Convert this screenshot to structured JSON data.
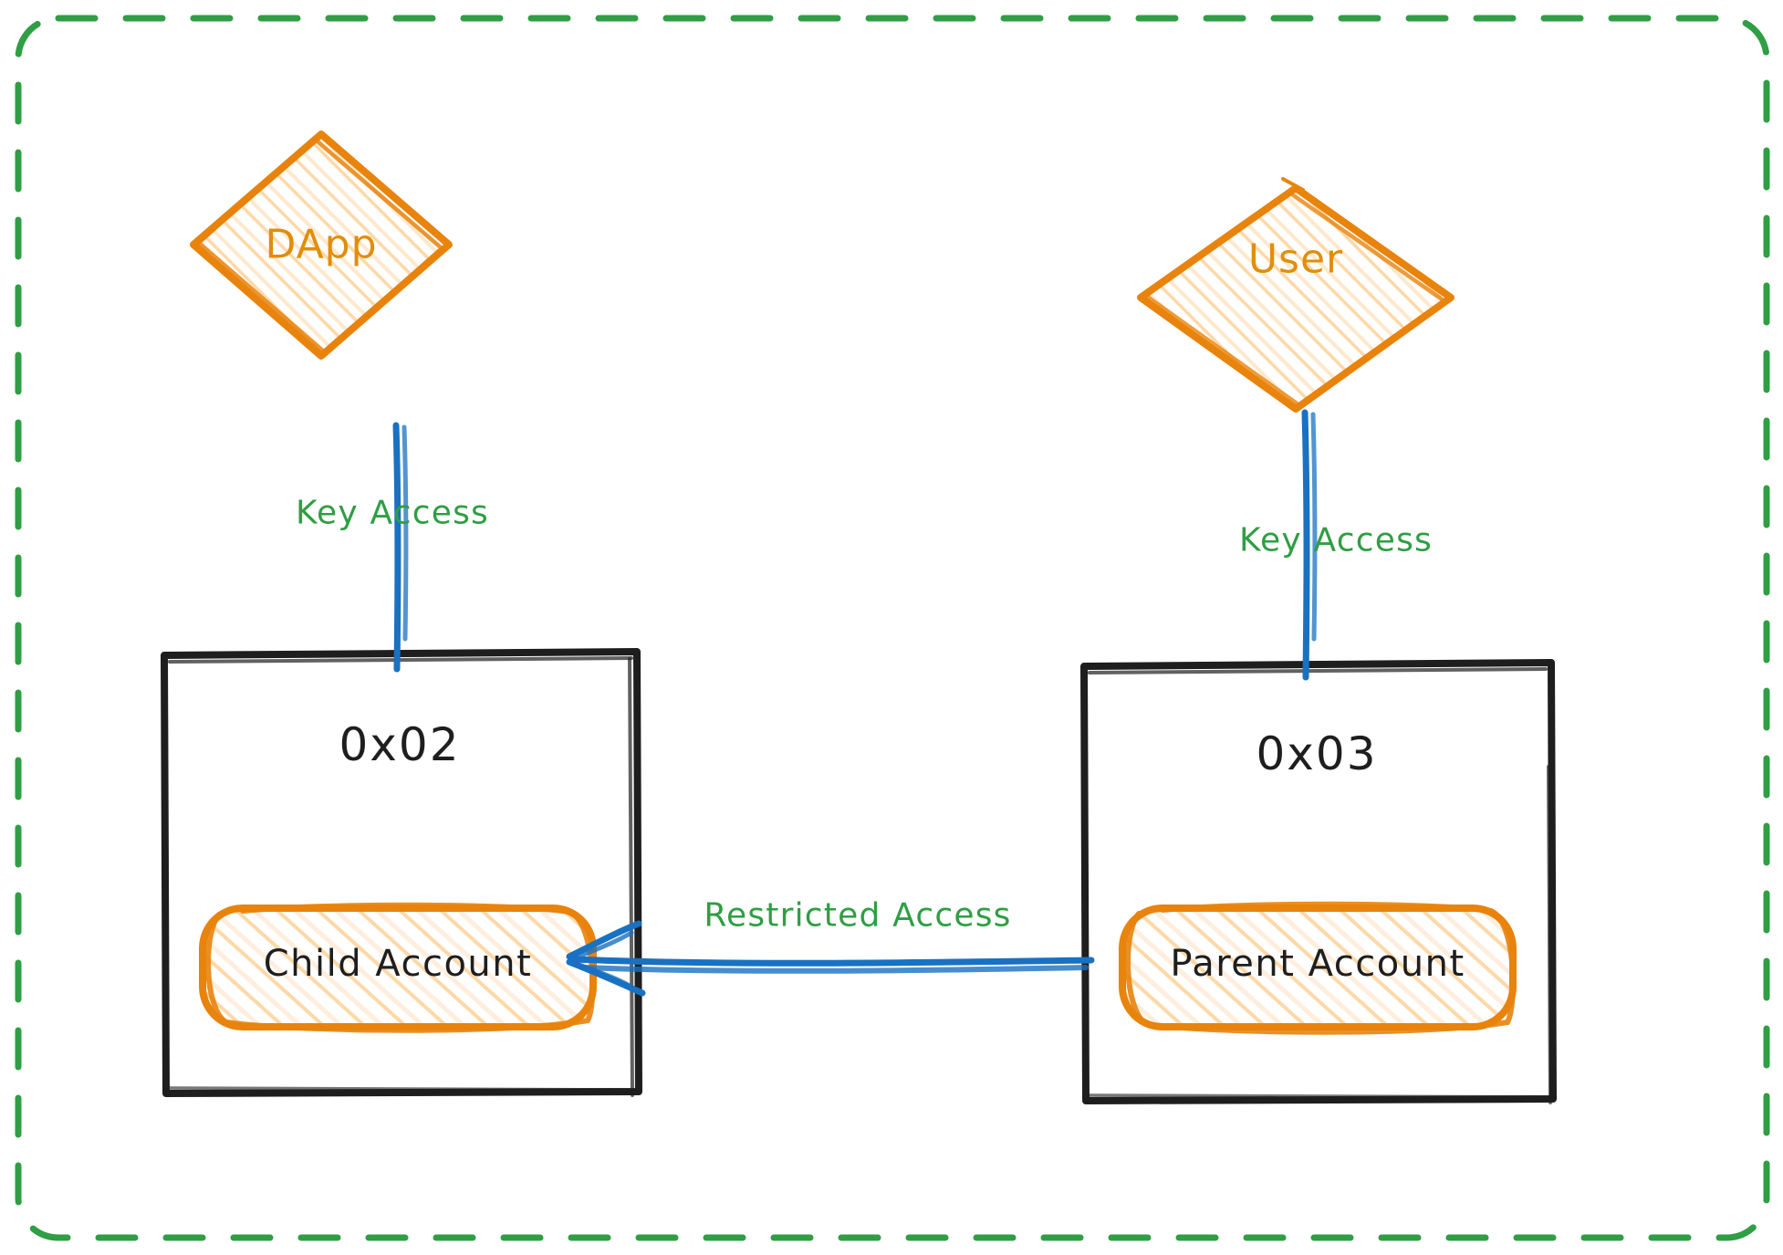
{
  "diagram": {
    "title": "Child Account Restricted Access Model",
    "style": "hand-drawn-sketch",
    "colors": {
      "container_border": "#2f9e44",
      "node_stroke": "#e8830c",
      "node_fill_hatch": "#ffd8a8",
      "box_stroke": "#1e1e1e",
      "arrow": "#1971c2",
      "edge_label": "#2f9e44",
      "text": "#1e1e1e"
    },
    "container": {
      "name": "outer-boundary",
      "border_style": "dashed",
      "border_color": "#2f9e44"
    },
    "nodes": [
      {
        "id": "dapp",
        "label": "DApp",
        "shape": "diamond",
        "fill": "hatched-yellow",
        "stroke": "#e8830c"
      },
      {
        "id": "user",
        "label": "User",
        "shape": "diamond",
        "fill": "hatched-yellow",
        "stroke": "#e8830c"
      },
      {
        "id": "acct02",
        "label": "0x02",
        "shape": "rectangle",
        "stroke": "#1e1e1e"
      },
      {
        "id": "acct03",
        "label": "0x03",
        "shape": "rectangle",
        "stroke": "#1e1e1e"
      },
      {
        "id": "child",
        "label": "Child Account",
        "shape": "rounded-rectangle",
        "fill": "hatched-yellow",
        "stroke": "#e8830c"
      },
      {
        "id": "parent",
        "label": "Parent Account",
        "shape": "rounded-rectangle",
        "fill": "hatched-yellow",
        "stroke": "#e8830c"
      }
    ],
    "edges": [
      {
        "id": "dapp-to-0x02",
        "from": "dapp",
        "to": "acct02",
        "label": "Key Access",
        "color": "#1971c2",
        "arrowhead": false
      },
      {
        "id": "user-to-0x03",
        "from": "user",
        "to": "acct03",
        "label": "Key Access",
        "color": "#1971c2",
        "arrowhead": false
      },
      {
        "id": "parent-to-child",
        "from": "parent",
        "to": "child",
        "label": "Restricted Access",
        "color": "#1971c2",
        "arrowhead": true
      }
    ]
  }
}
